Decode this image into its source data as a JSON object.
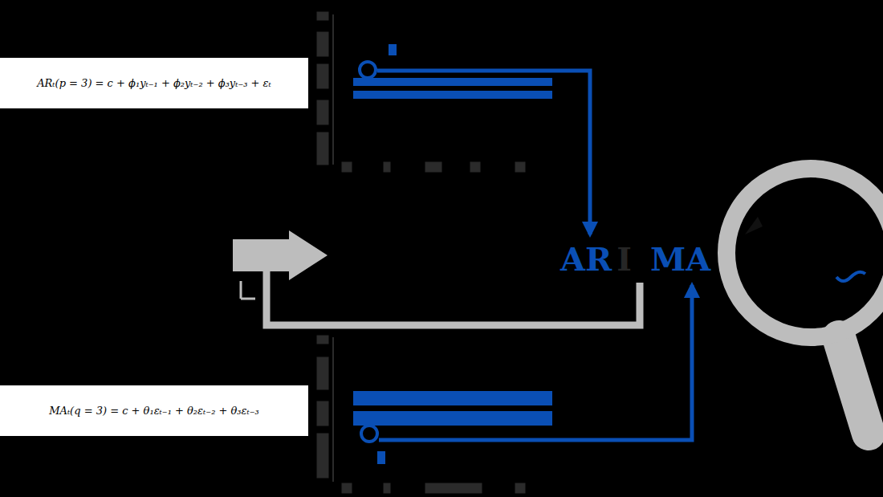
{
  "diagram": {
    "nodes": [
      {
        "text": [
          "ARₜ(p = 3) = c + ϕ₁yₜ₋₁ + ϕ₂yₜ₋₂ + ϕ₃yₜ₋₃ + εₜ"
        ]
      },
      {
        "text": [
          "MAₜ(q = 3) = c + θ₁εₜ₋₁ + θ₂εₜ₋₂ + θ₃εₜ₋₃"
        ]
      }
    ],
    "labels": [
      "AR",
      "I",
      "MA"
    ]
  }
}
